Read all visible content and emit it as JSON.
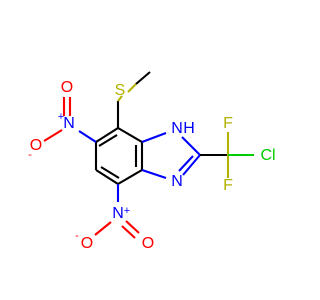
{
  "molecule": {
    "atoms": {
      "s": "S",
      "nh": "H",
      "nh_n": "N",
      "n3": "N",
      "f_top": "F",
      "f_bottom": "F",
      "cl": "Cl",
      "nitro_top_n": "N",
      "nitro_top_plus": "+",
      "nitro_top_o_double": "O",
      "nitro_top_o_single": "O",
      "nitro_top_o_minus": "-",
      "nitro_bottom_n": "N",
      "nitro_bottom_plus": "+",
      "nitro_bottom_o_double": "O",
      "nitro_bottom_o_single": "O",
      "nitro_bottom_o_minus": "-"
    },
    "colors": {
      "carbon": "#000000",
      "nitrogen": "#0000ff",
      "oxygen": "#ff0000",
      "sulfur": "#b2b200",
      "fluorine": "#b2b200",
      "chlorine": "#00cc00"
    }
  }
}
